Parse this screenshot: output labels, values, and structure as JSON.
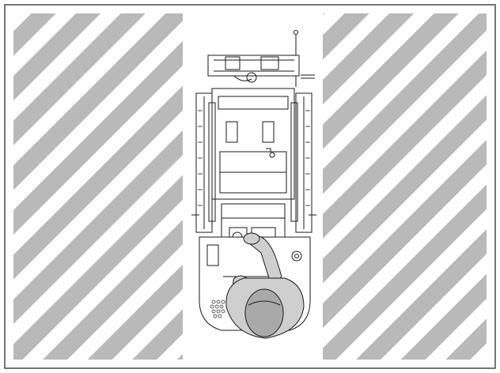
{
  "colors": {
    "stripe": "#b9b9b9",
    "background": "#ffffff",
    "line": "#1a1a1a",
    "operator_fill": "#cfcfcf",
    "helmet_fill": "#a9a9a9"
  },
  "icons": [
    "hazard-stripes",
    "machine-top-view",
    "operator-figure",
    "antenna"
  ]
}
